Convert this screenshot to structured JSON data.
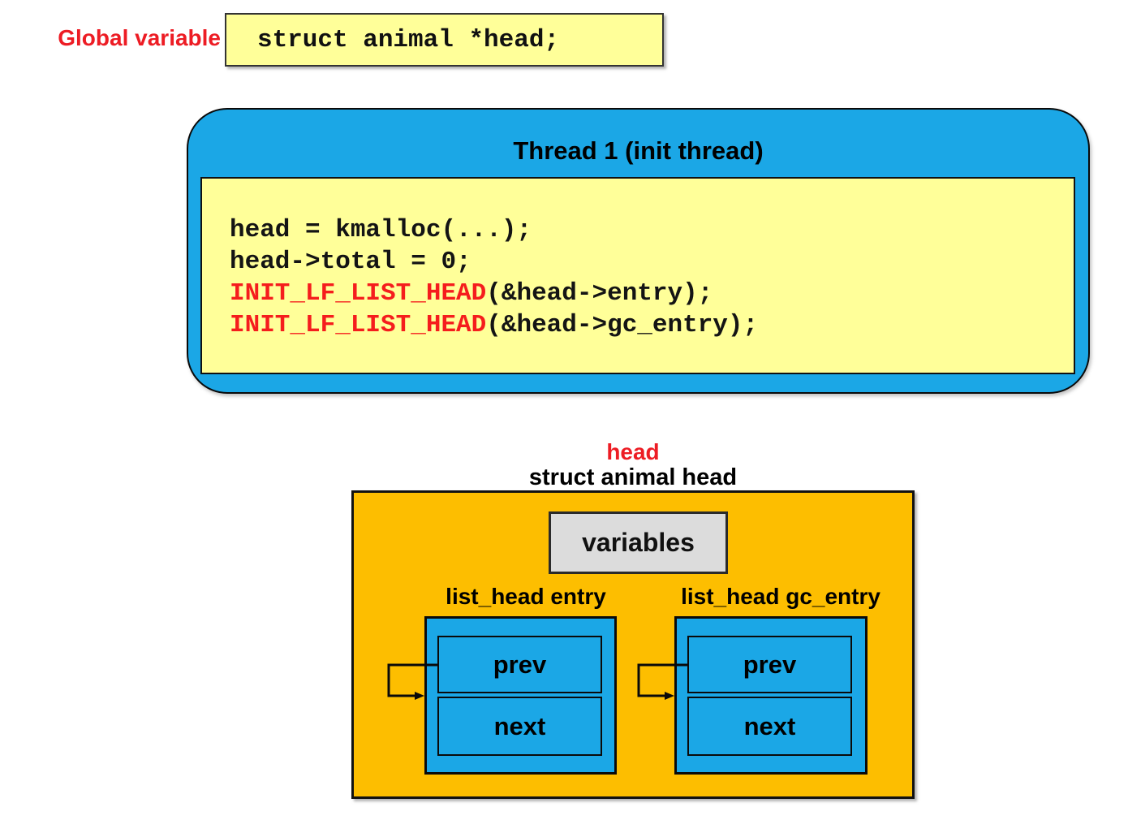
{
  "colors": {
    "panel_blue": "#1BA7E6",
    "code_yellow": "#FFFF99",
    "struct_orange": "#FDBE00",
    "variables_gray": "#DCDCDC",
    "label_red": "#ED1C24",
    "code_red": "#F51D1D"
  },
  "global_variable": {
    "label": "Global variable",
    "code": "struct animal *head;"
  },
  "thread": {
    "title": "Thread 1 (init thread)",
    "line1": "head = kmalloc(...);",
    "line2": "head->total = 0;",
    "line3": {
      "fn": "INIT_LF_LIST_HEAD",
      "args": "(&head->entry);"
    },
    "line4": {
      "fn": "INIT_LF_LIST_HEAD",
      "args": "(&head->gc_entry);"
    }
  },
  "struct_diagram": {
    "pointer_label": "head",
    "type_label": "struct animal head",
    "variables_label": "variables",
    "lists": [
      {
        "label": "list_head entry",
        "fields": [
          "prev",
          "next"
        ]
      },
      {
        "label": "list_head gc_entry",
        "fields": [
          "prev",
          "next"
        ]
      }
    ]
  }
}
